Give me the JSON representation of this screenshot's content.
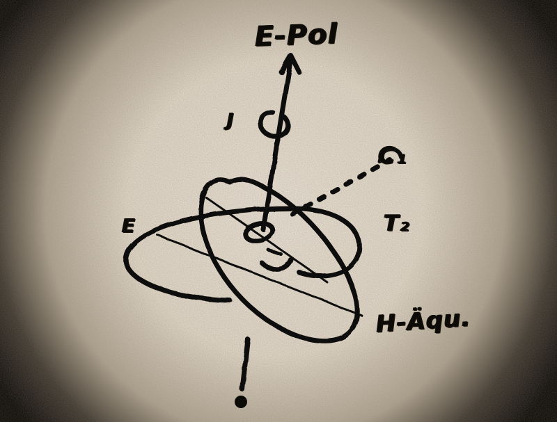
{
  "labels": {
    "top": "E-Pol",
    "spin": "J",
    "c1": "C₁",
    "t2": "T₂",
    "ecliptic": "E",
    "bottom": "H-Äqu."
  },
  "colors": {
    "ink": "#0d0b08",
    "paper_center": "#f3ece0",
    "paper_mid": "#d8cdb9",
    "vignette": "#000000"
  }
}
